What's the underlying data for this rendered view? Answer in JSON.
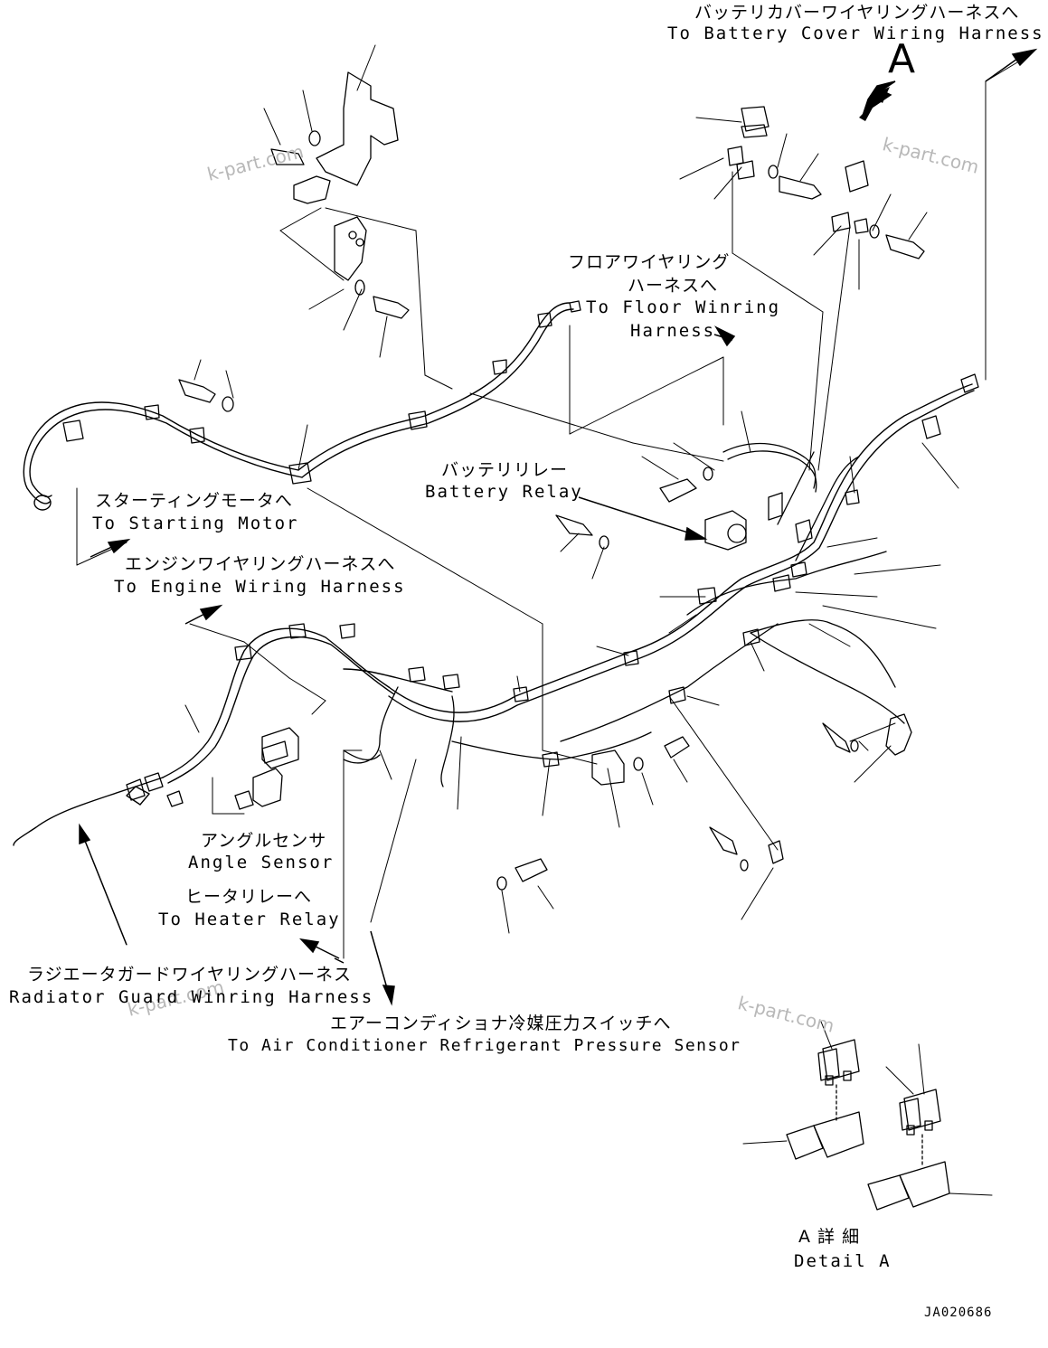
{
  "labels": {
    "battery_cover": {
      "jp": "バッテリカバーワイヤリングハーネスへ",
      "en": "To Battery Cover Wiring Harness"
    },
    "detail_a_marker": "A",
    "floor": {
      "jp1": "フロアワイヤリング",
      "jp2": "ハーネスへ",
      "en1": "To Floor Winring",
      "en2": "Harness"
    },
    "battery_relay": {
      "jp": "バッテリリレー",
      "en": "Battery Relay"
    },
    "starting_motor": {
      "jp": "スターティングモータへ",
      "en": "To Starting Motor"
    },
    "engine_harness": {
      "jp": "エンジンワイヤリングハーネスへ",
      "en": "To Engine Wiring Harness"
    },
    "angle_sensor": {
      "jp": "アングルセンサ",
      "en": "Angle Sensor"
    },
    "heater_relay": {
      "jp": "ヒータリレーへ",
      "en": "To Heater Relay"
    },
    "radiator_guard": {
      "jp": "ラジエータガードワイヤリングハーネス",
      "en": "Radiator Guard Winring Harness"
    },
    "air_conditioner": {
      "jp": "エアーコンディショナ冷媒圧力スイッチへ",
      "en": "To Air Conditioner Refrigerant Pressure Sensor"
    },
    "detail_a": {
      "jp": "A 詳 細",
      "en": "Detail A"
    },
    "drawing_number": "JA020686"
  },
  "watermarks": [
    "k-part.com",
    "k-part.com",
    "k-part.com",
    "k-part.com"
  ]
}
